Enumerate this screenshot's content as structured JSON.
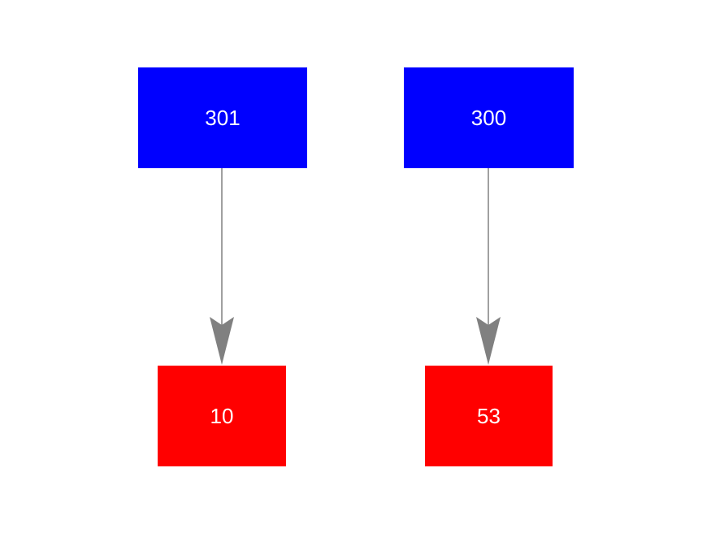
{
  "diagram": {
    "background_color": "#ffffff",
    "nodes": [
      {
        "id": "n301",
        "label": "301",
        "fill_color": "#0000ff",
        "text_color": "#ffffff",
        "row": "top"
      },
      {
        "id": "n300",
        "label": "300",
        "fill_color": "#0000ff",
        "text_color": "#ffffff",
        "row": "top"
      },
      {
        "id": "n10",
        "label": "10",
        "fill_color": "#ff0000",
        "text_color": "#ffffff",
        "row": "bottom"
      },
      {
        "id": "n53",
        "label": "53",
        "fill_color": "#ff0000",
        "text_color": "#ffffff",
        "row": "bottom"
      }
    ],
    "edges": [
      {
        "from": "301",
        "to": "10",
        "color": "#808080",
        "style": "solid",
        "arrowhead": "vee"
      },
      {
        "from": "300",
        "to": "53",
        "color": "#808080",
        "style": "solid",
        "arrowhead": "vee"
      }
    ]
  }
}
